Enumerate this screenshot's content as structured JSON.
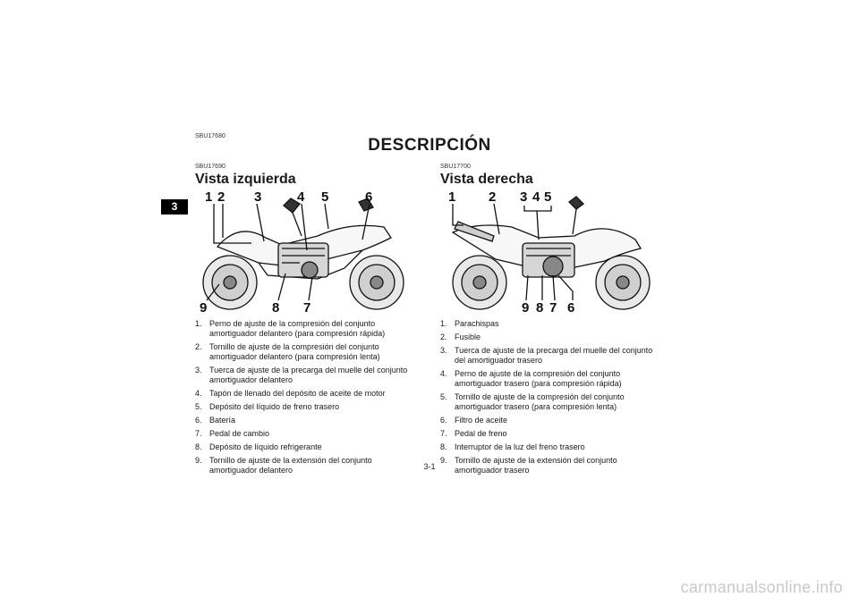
{
  "page": {
    "chapter_tab": "3",
    "doc_code": "SBU17680",
    "title": "DESCRIPCIÓN",
    "page_number": "3-1",
    "watermark": "carmanualsonline.info"
  },
  "left": {
    "code": "SBU17690",
    "heading": "Vista izquierda",
    "callouts": [
      "1",
      "2",
      "3",
      "4",
      "5",
      "6",
      "9",
      "8",
      "7"
    ],
    "items": [
      {
        "n": "1.",
        "text": "Perno de ajuste de la compresión del conjunto amortiguador delantero (para compresión rápida)"
      },
      {
        "n": "2.",
        "text": "Tornillo de ajuste de la compresión del conjunto amortiguador delantero (para compresión lenta)"
      },
      {
        "n": "3.",
        "text": "Tuerca de ajuste de la precarga del muelle del conjunto amortiguador delantero"
      },
      {
        "n": "4.",
        "text": "Tapón de llenado del depósito de aceite de motor"
      },
      {
        "n": "5.",
        "text": "Depósito del líquido de freno trasero"
      },
      {
        "n": "6.",
        "text": "Batería"
      },
      {
        "n": "7.",
        "text": "Pedal de cambio"
      },
      {
        "n": "8.",
        "text": "Depósito de líquido refrigerante"
      },
      {
        "n": "9.",
        "text": "Tornillo de ajuste de la extensión del conjunto amortiguador delantero"
      }
    ]
  },
  "right": {
    "code": "SBU17700",
    "heading": "Vista derecha",
    "callouts": [
      "1",
      "2",
      "3",
      "4",
      "5",
      "9",
      "8",
      "7",
      "6"
    ],
    "items": [
      {
        "n": "1.",
        "text": "Parachispas"
      },
      {
        "n": "2.",
        "text": "Fusible"
      },
      {
        "n": "3.",
        "text": "Tuerca de ajuste de la precarga del muelle del conjunto del amortiguador trasero"
      },
      {
        "n": "4.",
        "text": "Perno de ajuste de la compresión del conjunto amortiguador trasero (para compresión rápida)"
      },
      {
        "n": "5.",
        "text": "Tornillo de ajuste de la compresión del conjunto amortiguador trasero (para compresión lenta)"
      },
      {
        "n": "6.",
        "text": "Filtro de aceite"
      },
      {
        "n": "7.",
        "text": "Pedal de freno"
      },
      {
        "n": "8.",
        "text": "Interruptor de la luz del freno trasero"
      },
      {
        "n": "9.",
        "text": "Tornillo de ajuste de la extensión del conjunto amortiguador trasero"
      }
    ]
  }
}
